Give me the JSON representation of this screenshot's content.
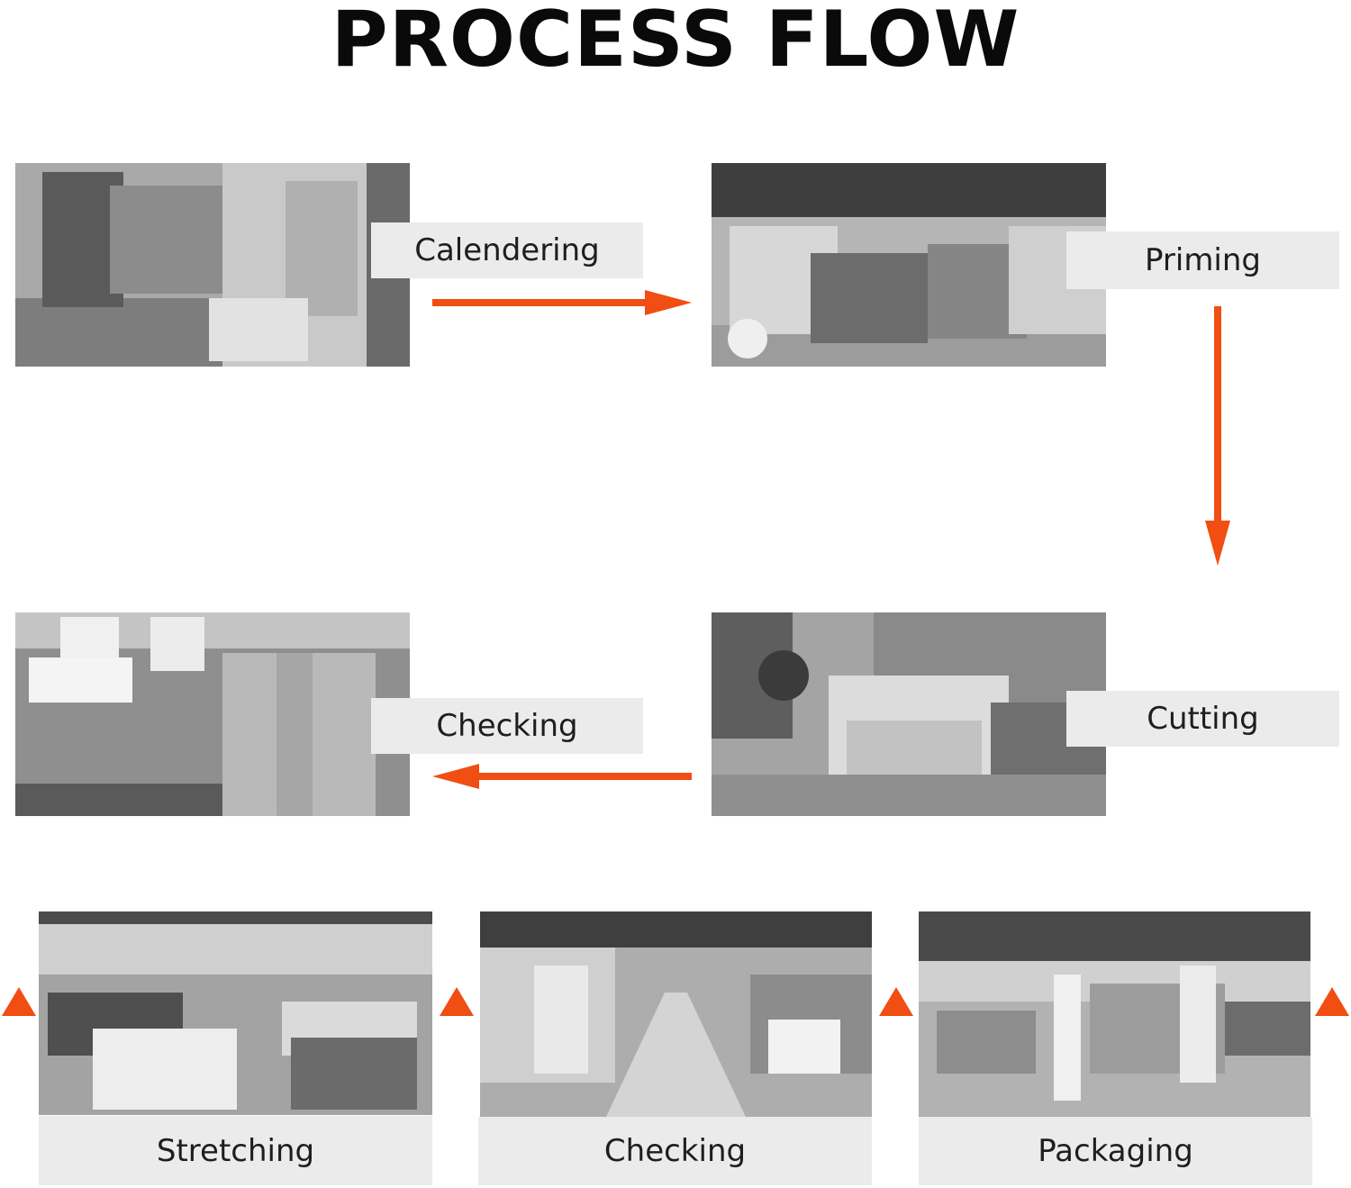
{
  "title": "PROCESS FLOW",
  "accent_color": "#f04e12",
  "steps": [
    {
      "label": "Calendering",
      "photo": "calendering-machine"
    },
    {
      "label": "Priming",
      "photo": "priming-line"
    },
    {
      "label": "Cutting",
      "photo": "cutting-machine"
    },
    {
      "label": "Checking",
      "photo": "stacked-sheets"
    },
    {
      "label": "Stretching",
      "photo": "stretching-workshop"
    },
    {
      "label": "Checking",
      "photo": "checking-workshop"
    },
    {
      "label": "Packaging",
      "photo": "packaging-line"
    }
  ],
  "flow_arrows": [
    "right",
    "down",
    "left",
    "up",
    "up",
    "up",
    "up"
  ]
}
